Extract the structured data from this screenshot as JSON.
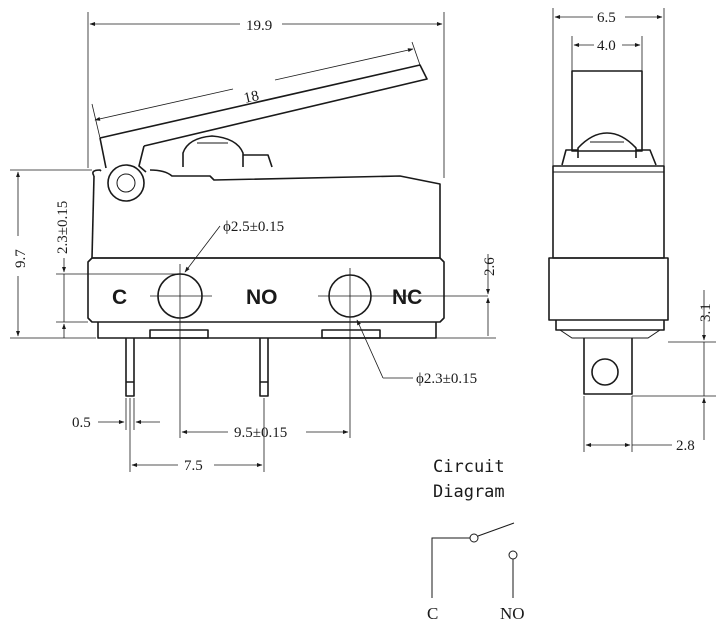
{
  "dimensions": {
    "overall_length": "19.9",
    "lever_length": "18",
    "height": "9.7",
    "hole_offset": "2.3±0.15",
    "hole_dia_c": "ϕ2.5±0.15",
    "hole_dia_nc": "ϕ2.3±0.15",
    "terminal_height": "2.6",
    "pin_width": "0.5",
    "hole_spacing": "9.5±0.15",
    "pin_spacing": "7.5",
    "width": "6.5",
    "actuator_width": "4.0",
    "terminal_length": "3.1",
    "terminal_offset": "2.8"
  },
  "terminals": {
    "common": "C",
    "normally_open": "NO",
    "normally_closed": "NC"
  },
  "circuit": {
    "title_line1": "Circuit",
    "title_line2": "Diagram",
    "label_common": "C",
    "label_no": "NO"
  }
}
